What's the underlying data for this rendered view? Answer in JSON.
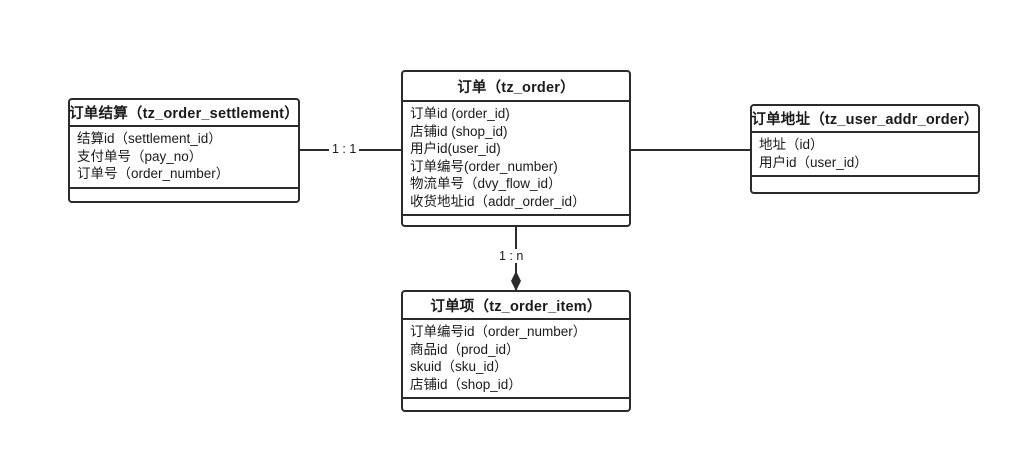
{
  "diagram": {
    "title": "order-er-diagram",
    "background": "#ffffff",
    "line_color": "#2b2b2b"
  },
  "entities": {
    "order_settlement": {
      "header": "订单结算（tz_order_settlement）",
      "attributes": [
        "结算id（settlement_id）",
        "支付单号（pay_no）",
        "订单号（order_number）"
      ]
    },
    "order": {
      "header": "订单（tz_order）",
      "attributes": [
        "订单id (order_id)",
        "店铺id (shop_id)",
        "用户id(user_id)",
        "订单编号(order_number)",
        "物流单号（dvy_flow_id）",
        "收货地址id（addr_order_id）"
      ]
    },
    "user_addr_order": {
      "header": "订单地址（tz_user_addr_order）",
      "attributes": [
        "地址（id）",
        "用户id（user_id）"
      ]
    },
    "order_item": {
      "header": "订单项（tz_order_item）",
      "attributes": [
        "订单编号id（order_number）",
        "商品id（prod_id）",
        "skuid（sku_id）",
        "店铺id（shop_id）"
      ]
    }
  },
  "relationships": {
    "settlement_to_order": "1 : 1",
    "order_to_item": "1 : n"
  }
}
